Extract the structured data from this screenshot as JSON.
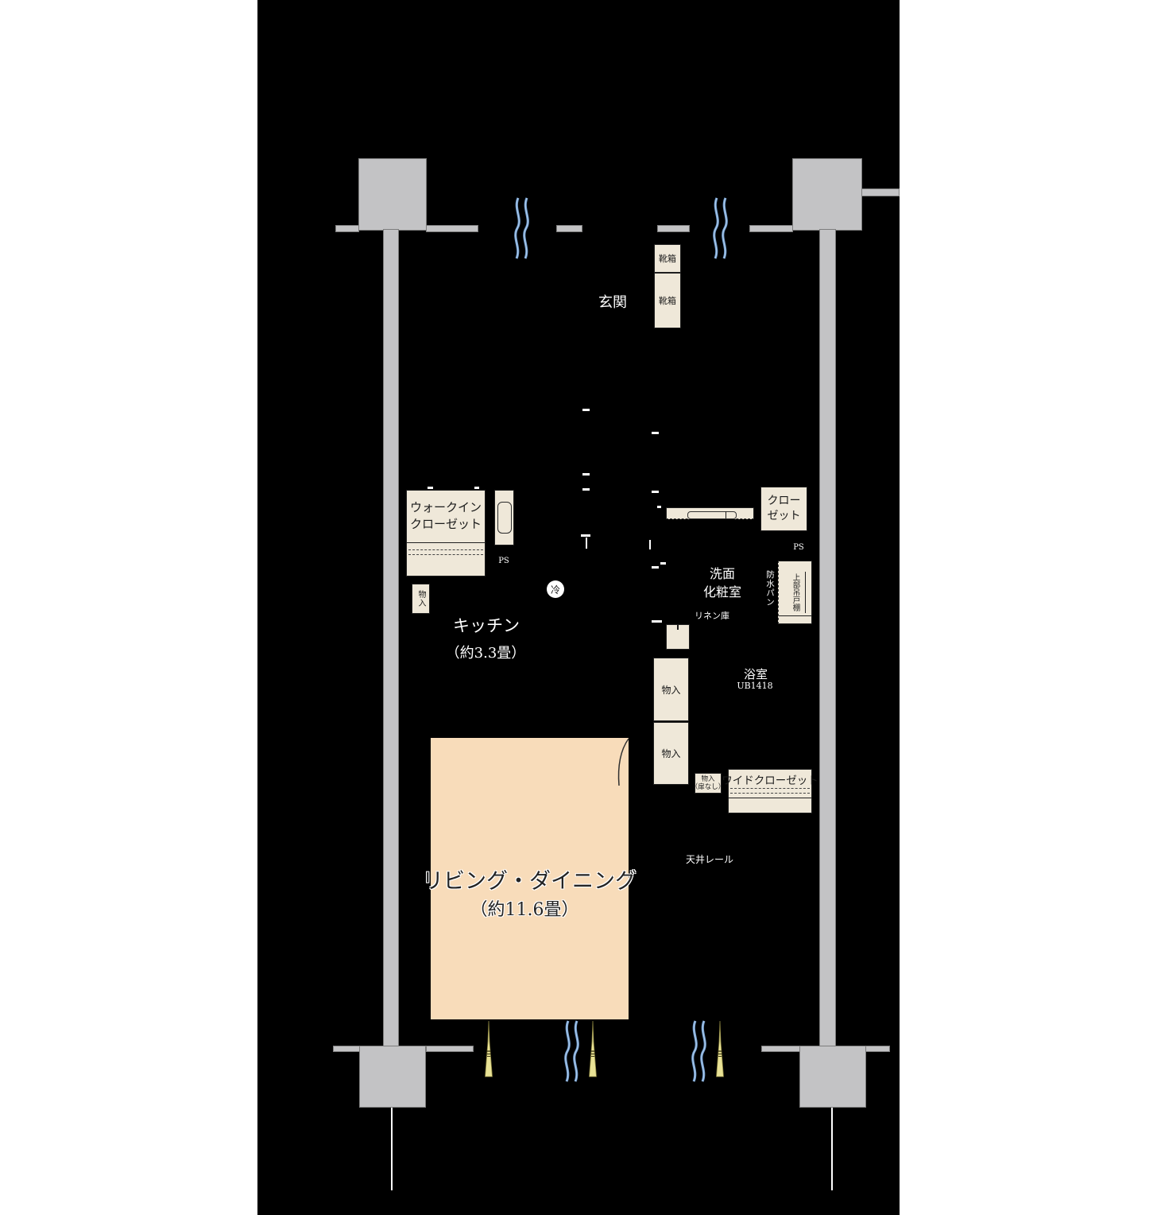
{
  "rooms": {
    "entrance": "玄関",
    "kitchen": "キッチン",
    "kitchen_size": "（約3.3畳）",
    "living_dining": "リビング・ダイニング",
    "living_dining_size": "（約11.6畳）",
    "washroom": [
      "洗面",
      "化粧室"
    ],
    "bathroom": "浴室",
    "bathroom_model": "UB1418"
  },
  "fixtures": {
    "shoe_box_top": "靴箱",
    "shoe_box_bottom": "靴箱",
    "walk_in_closet": [
      "ウォークイン",
      "クローゼット"
    ],
    "ps_kitchen": "PS",
    "ps_washroom": "PS",
    "storage_kitchen": "物入",
    "refrigerator": "冷",
    "closet": [
      "クロー",
      "ゼット"
    ],
    "waterproof_pan": "防水パン",
    "upper_hanging_cabinet": "上部吊戸棚",
    "linen_cabinet": "リネン庫",
    "storage_hall_upper": "物入",
    "storage_hall_lower": "物入",
    "storage_no_door": [
      "物入",
      "（扉なし）"
    ],
    "wide_closet": "ワイドクローゼット",
    "ceiling_rail": "天井レール"
  },
  "colors": {
    "page_background": "#ffffff",
    "plan_background": "#000000",
    "wall_concrete": "#c3c3c5",
    "fixture_fill": "#efe8d9",
    "living_dining_fill": "#f8dcba",
    "window_wave_blue": "#6f9cce",
    "window_wave_blue_light": "#a9c7e8",
    "light_cone_yellow": "#e9e295",
    "text_light": "#ffffff",
    "text_dark": "#1a1a1a"
  }
}
